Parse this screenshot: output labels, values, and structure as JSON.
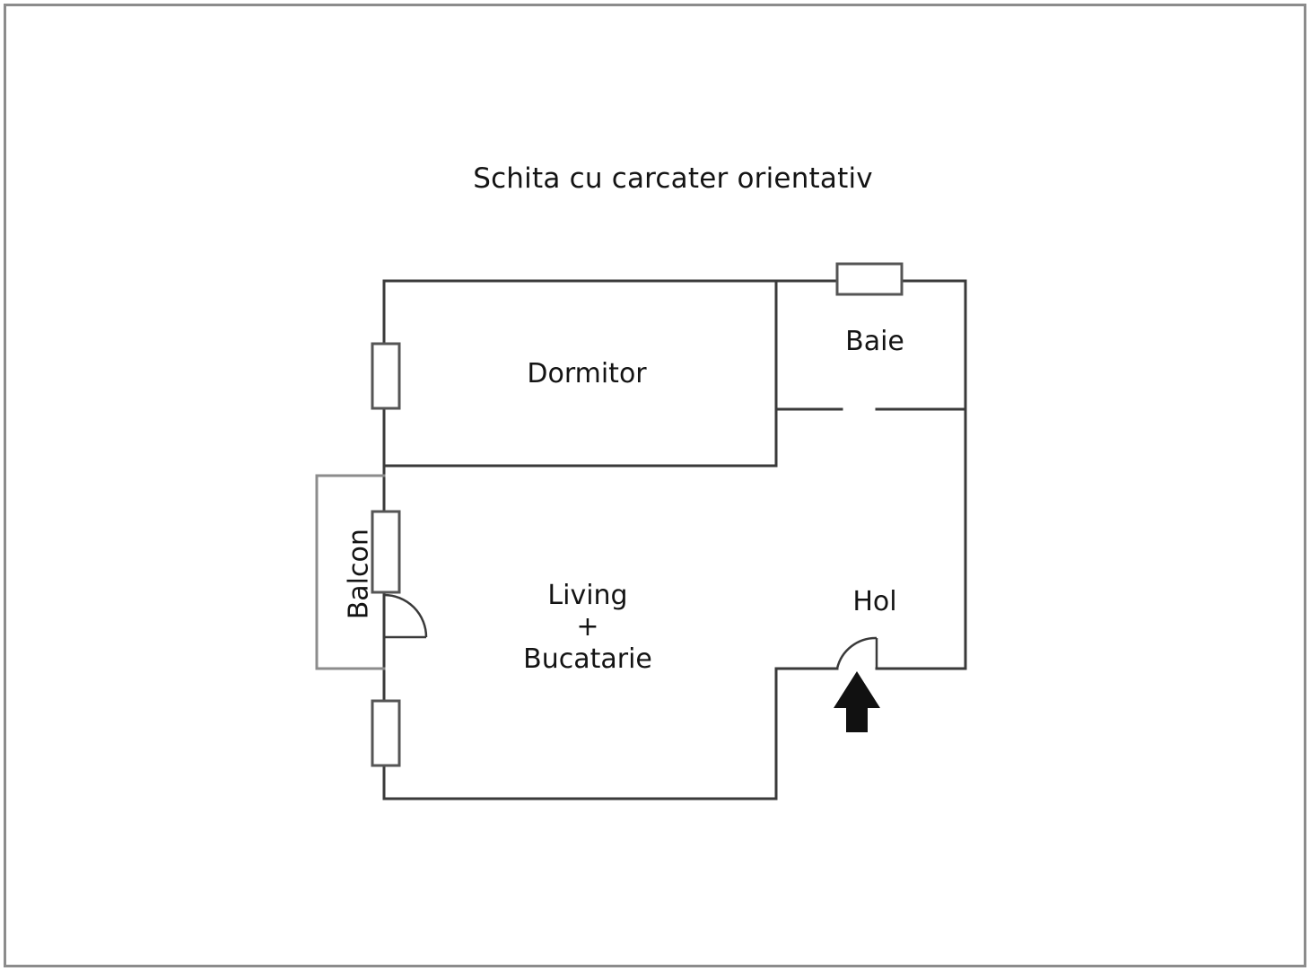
{
  "document": {
    "title": "Schita cu carcater orientativ",
    "type": "floor-plan-sketch",
    "language": "ro"
  },
  "colors": {
    "page_background": "#ffffff",
    "wall_stroke": "#3a3a3a",
    "outer_frame": "#8c8c8c",
    "window_stroke": "#555555",
    "text": "#141414",
    "arrow_fill": "#111111"
  },
  "rooms": [
    {
      "id": "dormitor",
      "label": "Dormitor"
    },
    {
      "id": "baie",
      "label": "Baie"
    },
    {
      "id": "balcon",
      "label": "Balcon",
      "orientation": "vertical"
    },
    {
      "id": "hol",
      "label": "Hol"
    },
    {
      "id": "living",
      "label_line1": "Living",
      "label_line2": "+",
      "label_line3": "Bucatarie"
    }
  ],
  "features": {
    "window_dormitor": "window-symbol",
    "window_living_upper": "window-symbol",
    "window_living_lower": "window-symbol",
    "window_baie": "window-symbol",
    "door_balcony": "door-swing-symbol",
    "door_entrance": "door-swing-symbol",
    "entrance_arrow": "entrance-arrow"
  }
}
